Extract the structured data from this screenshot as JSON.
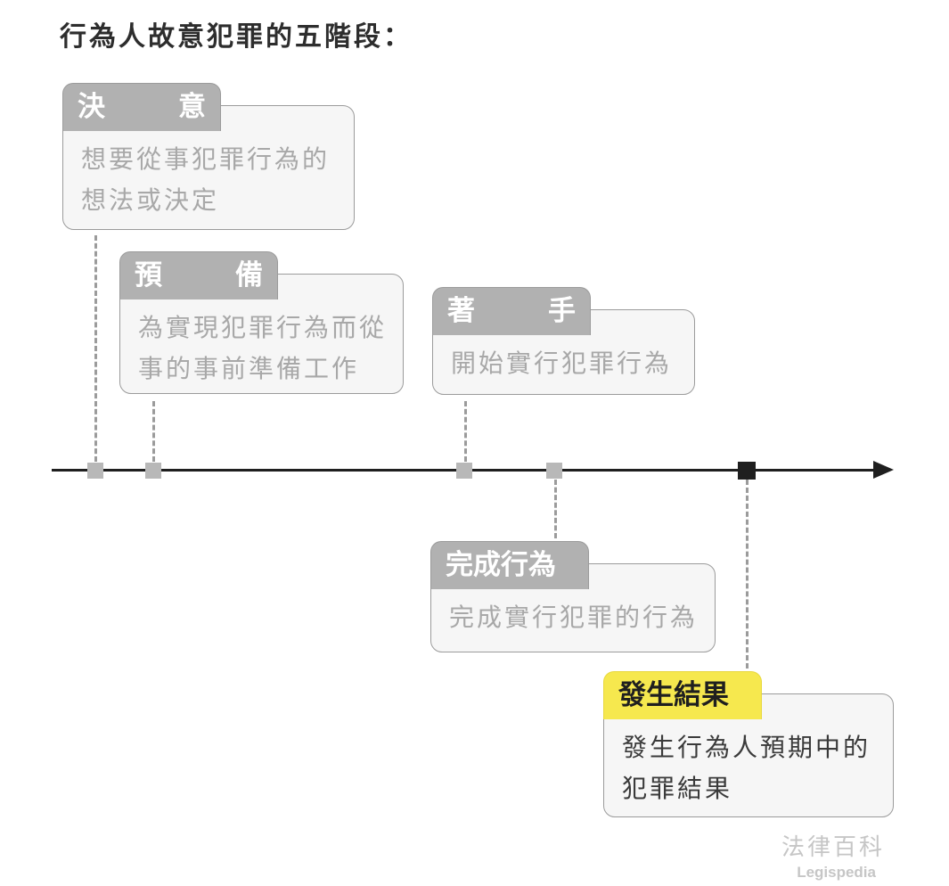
{
  "title": "行為人故意犯罪的五階段：",
  "stages": [
    {
      "label": "決意",
      "description": "想要從事犯罪行為的想法或決定",
      "highlight": false
    },
    {
      "label": "預備",
      "description": "為實現犯罪行為而從事的事前準備工作",
      "highlight": false
    },
    {
      "label": "著手",
      "description": "開始實行犯罪行為",
      "highlight": false
    },
    {
      "label": "完成行為",
      "description": "完成實行犯罪的行為",
      "highlight": false
    },
    {
      "label": "發生結果",
      "description": "發生行為人預期中的犯罪結果",
      "highlight": true
    }
  ],
  "watermark": {
    "brand": "法律百科",
    "brand_en": "Legispedia"
  },
  "colors": {
    "tab_gray": "#b1b1b1",
    "tab_highlight_yellow": "#f6e84e",
    "card_background": "#f6f6f6",
    "card_border": "#9b9b9b",
    "body_text_gray": "#a8a8a8",
    "body_text_dark": "#3a3a3a",
    "title_text": "#2d2d2d",
    "timeline_black": "#1f1f1f",
    "marker_gray": "#b8b8b8",
    "watermark_gray": "#c6c6c6"
  }
}
